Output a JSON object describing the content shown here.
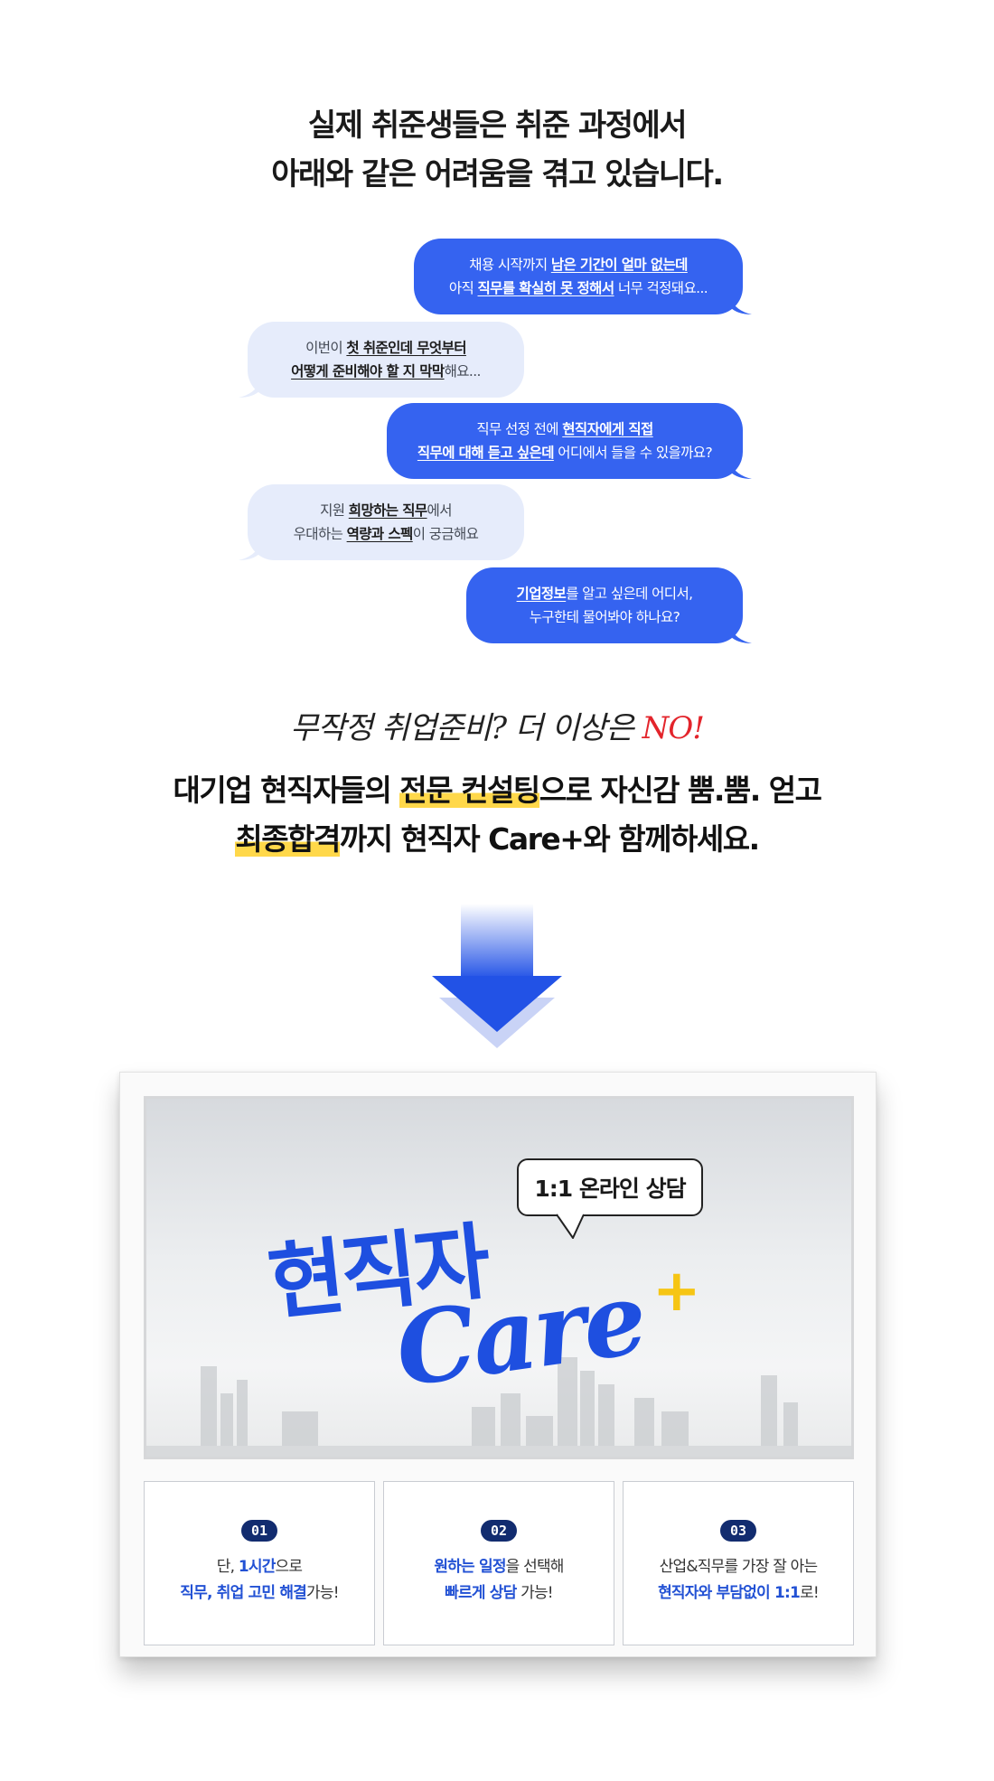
{
  "heading": {
    "line1": "실제 취준생들은 취준 과정에서",
    "line2": "아래와 같은 어려움을 겪고 있습니다."
  },
  "chat": {
    "b1": {
      "p1": "채용 시작까지 ",
      "s1": "남은 기간이 얼마 없는데",
      "p2": "아직 ",
      "s2": "직무를 확실히 못 정해서",
      "p3": " 너무 걱정돼요..."
    },
    "b2": {
      "p1": "이번이 ",
      "s1": "첫 취준인데 무엇부터",
      "s2": "어떻게 준비해야 할 지 막막",
      "p2": "해요..."
    },
    "b3": {
      "p1": "직무 선정 전에 ",
      "s1": "현직자에게 직접",
      "s2": "직무에 대해 듣고 싶은데",
      "p2": " 어디에서 들을 수 있을까요?"
    },
    "b4": {
      "p1": "지원 ",
      "s1": "희망하는 직무",
      "p2": "에서",
      "p3": "우대하는 ",
      "s2": "역량과 스펙",
      "p4": "이 궁금해요"
    },
    "b5": {
      "s1": "기업정보",
      "p1": "를 알고 싶은데 어디서,",
      "p2": "누구한테 물어봐야 하나요?"
    }
  },
  "slogan": {
    "hand": "무작정 취업준비? 더 이상은 ",
    "no": "NO!",
    "l1a": "대기업 현직자들의 ",
    "l1hl": "전문 컨설팅",
    "l1b": "으로 자신감 뿜.뿜. 얻고",
    "l2hl": "최종합격",
    "l2b": "까지 현직자 Care+와 함께하세요."
  },
  "banner": {
    "talk": "1:1 온라인 상담",
    "brand_kor": "현직자",
    "brand_care": "Care",
    "brand_plus": "+"
  },
  "features": [
    {
      "num": "01",
      "a": "단, ",
      "b": "1시간",
      "c": "으로",
      "d": "직무, 취업 고민 해결",
      "e": "가능!"
    },
    {
      "num": "02",
      "a": "",
      "b": "원하는 일정",
      "c": "을 선택해",
      "d": "빠르게 상담",
      "e": " 가능!"
    },
    {
      "num": "03",
      "a": "산업&직무를 가장 잘 아는",
      "b": "",
      "c": "",
      "d": "현직자와 부담없이 1:1",
      "e": "로!"
    }
  ],
  "colors": {
    "accent": "#3563f0",
    "brand": "#1e4fe0",
    "highlight": "#ffd84a",
    "no": "#e3242b",
    "badge": "#122c6f"
  }
}
